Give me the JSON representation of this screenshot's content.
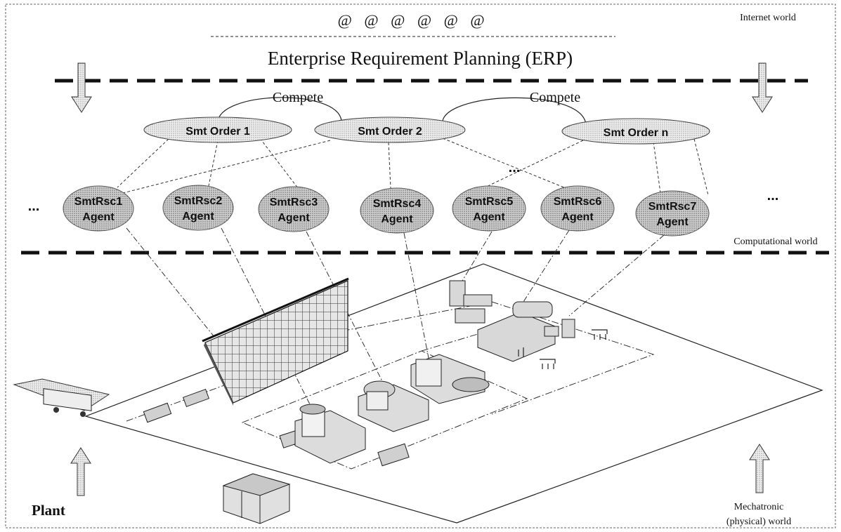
{
  "header": {
    "symbols": "@ @ @ @ @ @",
    "title": "Enterprise Requirement Planning (ERP)"
  },
  "worlds": {
    "internet": "Internet world",
    "computational": "Computational world",
    "mechatronic_line1": "Mechatronic",
    "mechatronic_line2": "(physical) world"
  },
  "compete_labels": [
    "Compete",
    "Compete"
  ],
  "orders": [
    "Smt Order 1",
    "Smt Order 2",
    "Smt Order n"
  ],
  "ellipsis": "...",
  "agents": [
    {
      "line1": "SmtRsc1",
      "line2": "Agent"
    },
    {
      "line1": "SmtRsc2",
      "line2": "Agent"
    },
    {
      "line1": "SmtRsc3",
      "line2": "Agent"
    },
    {
      "line1": "SmtRsc4",
      "line2": "Agent"
    },
    {
      "line1": "SmtRsc5",
      "line2": "Agent"
    },
    {
      "line1": "SmtRsc6",
      "line2": "Agent"
    },
    {
      "line1": "SmtRsc7",
      "line2": "Agent"
    }
  ],
  "plant_label": "Plant",
  "colors": {
    "node_fill": "#d4d4d4",
    "line": "#222222"
  }
}
